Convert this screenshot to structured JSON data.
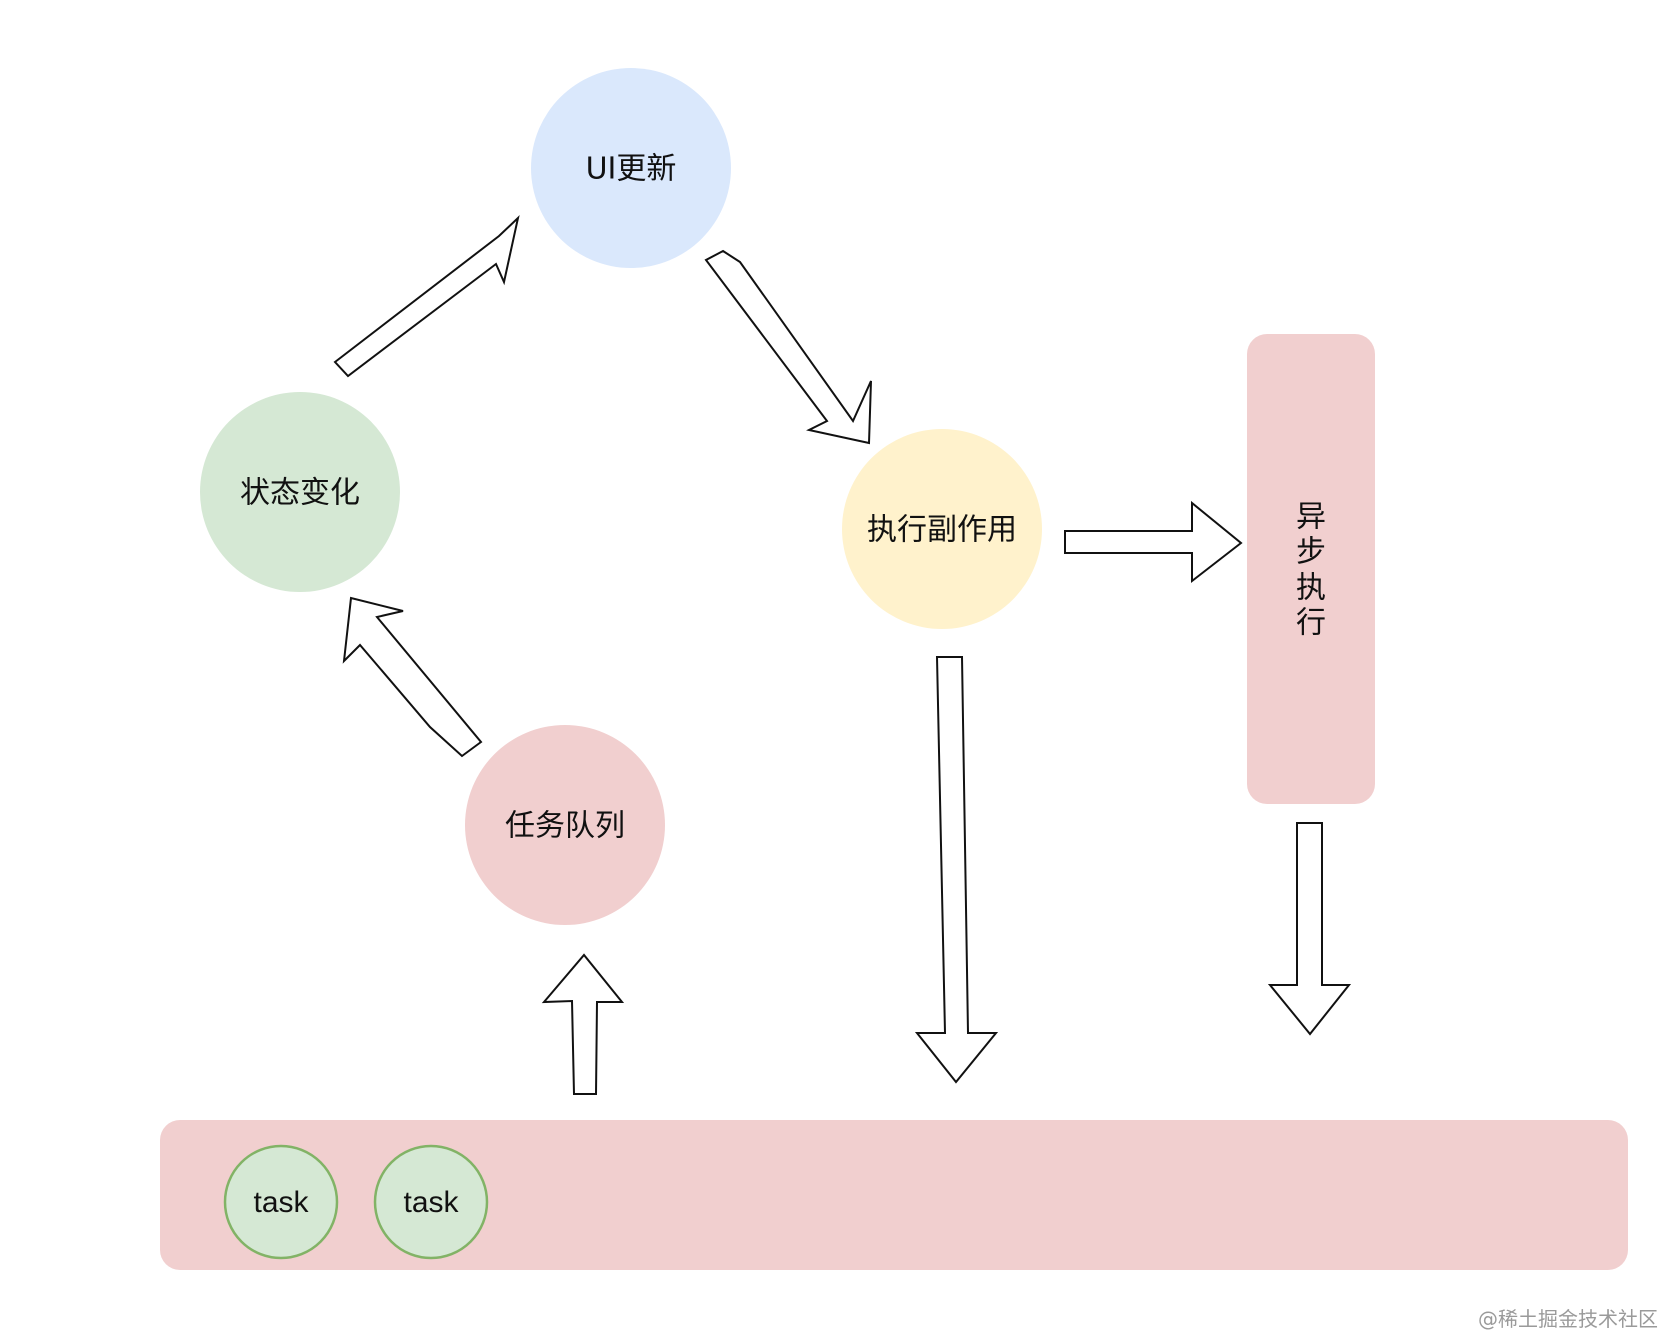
{
  "diagram": {
    "nodes": {
      "ui_update": {
        "label": "UI更新",
        "color": "#dae8fc"
      },
      "state_change": {
        "label": "状态变化",
        "color": "#d5e8d4"
      },
      "run_effects": {
        "label": "执行副作用",
        "color": "#fff2cc"
      },
      "task_queue": {
        "label": "任务队列",
        "color": "#f1cfcf"
      },
      "async_exec": {
        "label": "异步执行",
        "lines": [
          "异",
          "步",
          "执",
          "行"
        ],
        "color": "#f1cfcf"
      }
    },
    "queue_bar": {
      "color": "#f1cfcf",
      "tasks": [
        {
          "label": "task",
          "fill": "#d5e8d4",
          "border": "#82b366"
        },
        {
          "label": "task",
          "fill": "#d5e8d4",
          "border": "#82b366"
        }
      ]
    },
    "arrows": [
      {
        "from": "state_change",
        "to": "ui_update"
      },
      {
        "from": "ui_update",
        "to": "run_effects"
      },
      {
        "from": "run_effects",
        "to": "async_exec"
      },
      {
        "from": "run_effects",
        "to": "queue_bar"
      },
      {
        "from": "async_exec",
        "to": "queue_bar"
      },
      {
        "from": "queue_bar",
        "to": "task_queue"
      },
      {
        "from": "task_queue",
        "to": "state_change"
      }
    ]
  },
  "watermark": "@稀土掘金技术社区"
}
